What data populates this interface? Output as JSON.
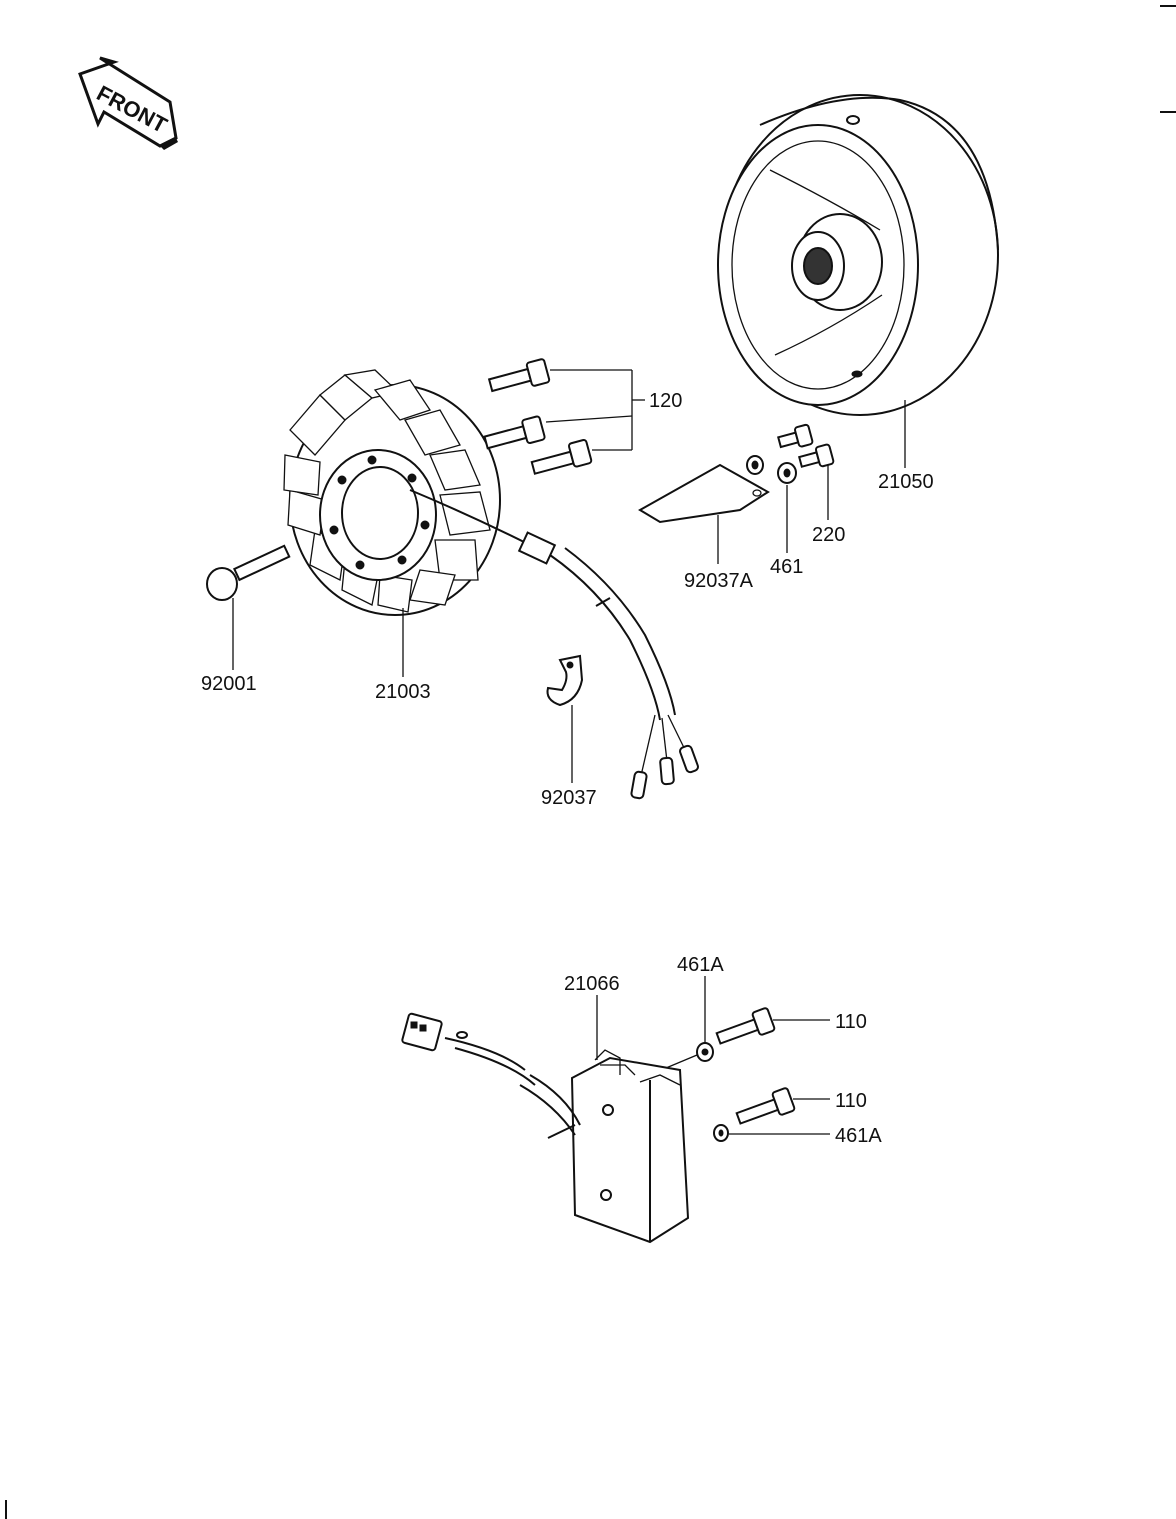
{
  "orientation_label": "FRONT",
  "callouts": {
    "bolt_set": "120",
    "flywheel": "21050",
    "bolt_small": "220",
    "washer": "461",
    "plate": "92037A",
    "bolt_stator": "92001",
    "stator": "21003",
    "clamp": "92037",
    "regulator": "21066",
    "washer_a_top": "461A",
    "bolt_reg_top": "110",
    "bolt_reg_bottom": "110",
    "washer_a_bottom": "461A"
  }
}
